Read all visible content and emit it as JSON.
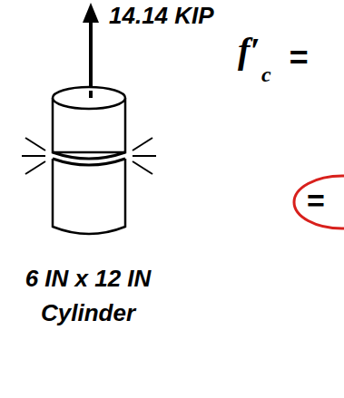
{
  "diagram": {
    "nodes": [
      {
        "text": [
          "="
        ]
      }
    ],
    "labels": [
      "14.14 KIP",
      "f′",
      "c",
      "=",
      "6 IN x 12 IN Cylinder"
    ]
  }
}
